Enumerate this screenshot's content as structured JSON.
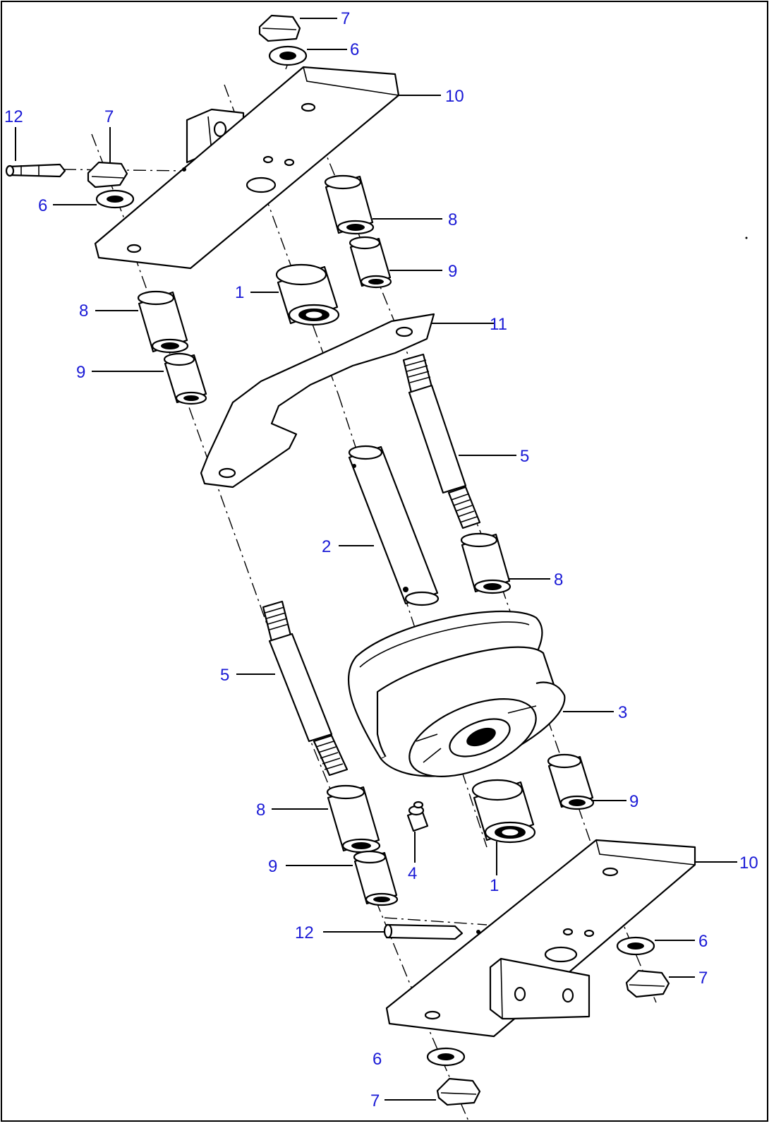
{
  "diagram": {
    "type": "exploded-parts-view",
    "callouts": [
      {
        "id": "c7-top",
        "label": "7"
      },
      {
        "id": "c6-top",
        "label": "6"
      },
      {
        "id": "c10-top",
        "label": "10"
      },
      {
        "id": "c12-top",
        "label": "12"
      },
      {
        "id": "c7-left",
        "label": "7"
      },
      {
        "id": "c6-left",
        "label": "6"
      },
      {
        "id": "c8-upper-right",
        "label": "8"
      },
      {
        "id": "c9-upper-right",
        "label": "9"
      },
      {
        "id": "c1-upper",
        "label": "1"
      },
      {
        "id": "c8-upper-left",
        "label": "8"
      },
      {
        "id": "c11",
        "label": "11"
      },
      {
        "id": "c9-upper-left",
        "label": "9"
      },
      {
        "id": "c5-right",
        "label": "5"
      },
      {
        "id": "c2",
        "label": "2"
      },
      {
        "id": "c8-mid-right",
        "label": "8"
      },
      {
        "id": "c5-left",
        "label": "5"
      },
      {
        "id": "c3",
        "label": "3"
      },
      {
        "id": "c9-lower-right",
        "label": "9"
      },
      {
        "id": "c8-lower-left",
        "label": "8"
      },
      {
        "id": "c9-lower-left",
        "label": "9"
      },
      {
        "id": "c4",
        "label": "4"
      },
      {
        "id": "c1-lower",
        "label": "1"
      },
      {
        "id": "c10-bottom",
        "label": "10"
      },
      {
        "id": "c12-bottom",
        "label": "12"
      },
      {
        "id": "c6-bottom-right",
        "label": "6"
      },
      {
        "id": "c7-bottom-right",
        "label": "7"
      },
      {
        "id": "c6-bottom",
        "label": "6"
      },
      {
        "id": "c7-bottom",
        "label": "7"
      }
    ]
  }
}
